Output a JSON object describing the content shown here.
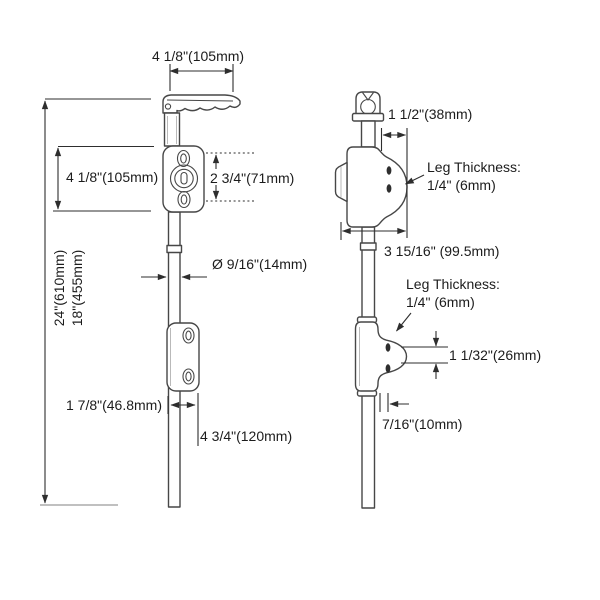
{
  "diagram": {
    "type": "technical-drawing",
    "colors": {
      "background": "#ffffff",
      "part_outline": "#474747",
      "dimension_lines": "#2e2e2e",
      "baseline_gray": "#9a9a9a",
      "text": "#1c1c1c"
    },
    "labels": {
      "handle_length": "4 1/8\"(105mm)",
      "body_height": "4 1/8\"(105mm)",
      "hole_spacing": "2 3/4\"(71mm)",
      "overall_length_long": "24\"(610mm)",
      "overall_length_short": "18\"(455mm)",
      "rod_diameter": "Ø 9/16\"(14mm)",
      "guide_width": "1 7/8\"(46.8mm)",
      "guide_spacing": "4 3/4\"(120mm)",
      "body_depth": "1 1/2\"(38mm)",
      "upper_leg_thickness_title": "Leg Thickness:",
      "upper_leg_thickness_value": "1/4\" (6mm)",
      "total_projection": "3 15/16\" (99.5mm)",
      "lower_leg_thickness_title": "Leg Thickness:",
      "lower_leg_thickness_value": "1/4\" (6mm)",
      "keeper_opening": "1 1/32\"(26mm)",
      "keeper_offset": "7/16\"(10mm)"
    }
  }
}
